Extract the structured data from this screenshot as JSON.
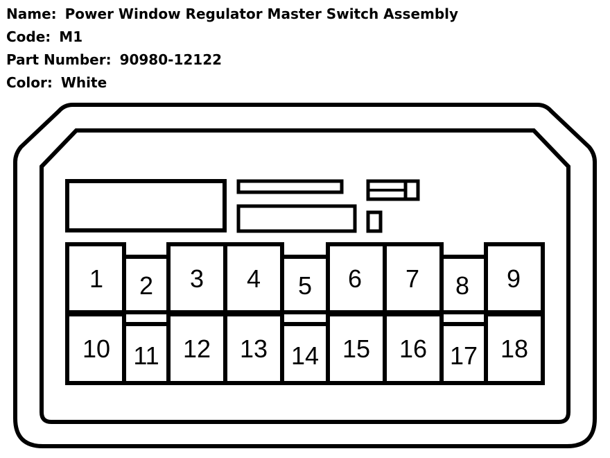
{
  "info": {
    "name_label": "Name:",
    "name_value": "Power Window Regulator Master Switch Assembly",
    "code_label": "Code:",
    "code_value": "M1",
    "part_label": "Part Number:",
    "part_value": "90980-12122",
    "color_label": "Color:",
    "color_value": "White"
  },
  "pins": {
    "p1": "1",
    "p2": "2",
    "p3": "3",
    "p4": "4",
    "p5": "5",
    "p6": "6",
    "p7": "7",
    "p8": "8",
    "p9": "9",
    "p10": "10",
    "p11": "11",
    "p12": "12",
    "p13": "13",
    "p14": "14",
    "p15": "15",
    "p16": "16",
    "p17": "17",
    "p18": "18"
  },
  "colors": {
    "stroke": "#000000",
    "background": "#ffffff"
  }
}
